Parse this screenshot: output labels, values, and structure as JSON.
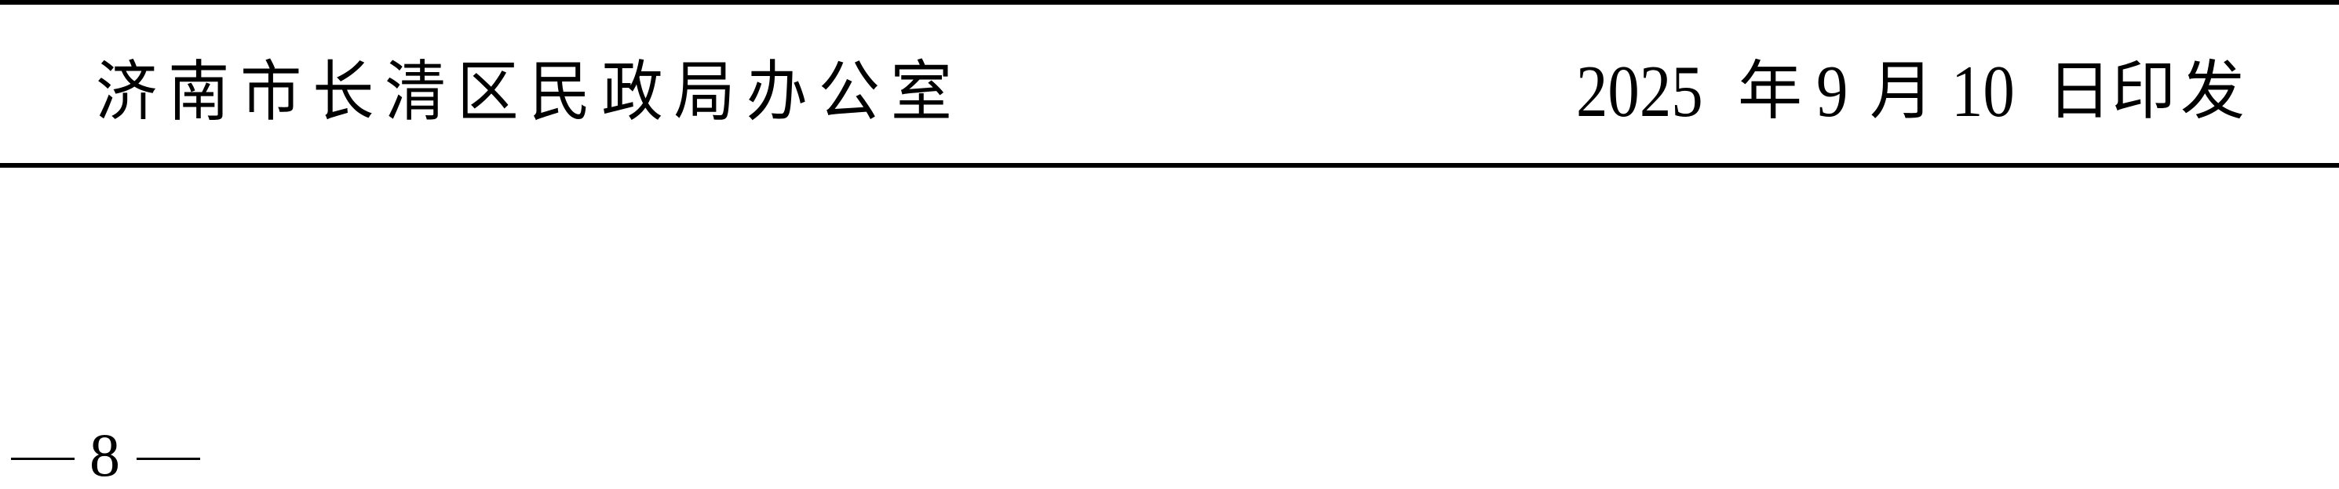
{
  "footer_block": {
    "issuer": "济南市长清区民政局办公室",
    "date_parts": {
      "year": "2025",
      "year_char": "年",
      "month": "9",
      "month_char": "月",
      "day": "10",
      "day_char": "日",
      "suffix": "印发"
    },
    "date_full": "2025年9月10日印发"
  },
  "page": {
    "number": "8",
    "prefix_dash": "—",
    "suffix_dash": "—"
  },
  "colors": {
    "text": "#000000",
    "rule": "#000000",
    "background": "#ffffff"
  }
}
